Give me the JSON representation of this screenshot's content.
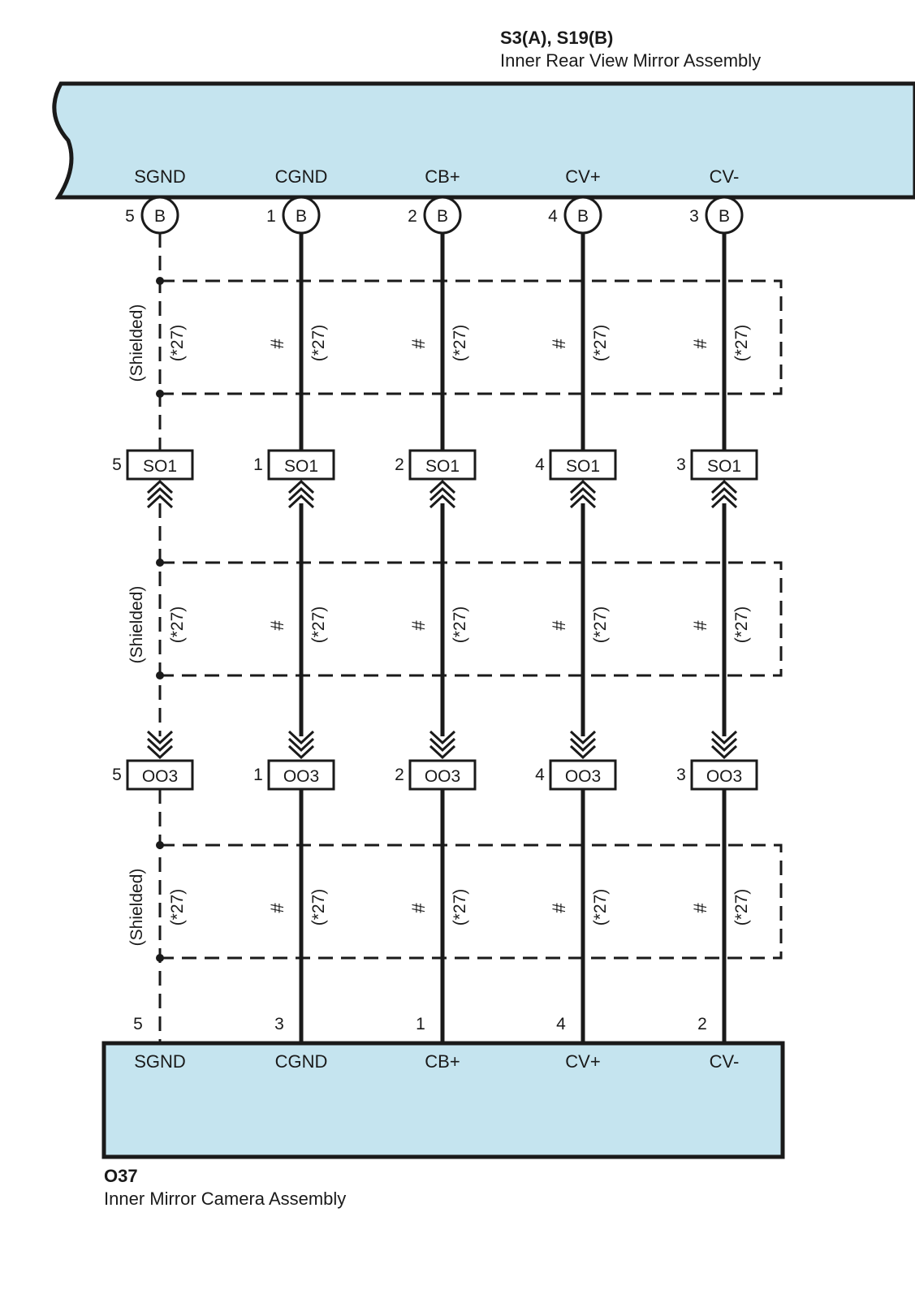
{
  "top_component": {
    "code": "S3(A), S19(B)",
    "name": "Inner Rear View Mirror Assembly",
    "fill_color": "#c5e4ef"
  },
  "bottom_component": {
    "code": "O37",
    "name": "Inner Mirror Camera Assembly",
    "fill_color": "#c5e4ef"
  },
  "connectors": {
    "top_letter": "B",
    "upper_junction": "SO1",
    "lower_junction": "OO3"
  },
  "shield_label": "(Shielded)",
  "wire_note": "(*27)",
  "twisted_mark": "#",
  "circuits": [
    {
      "signal": "SGND",
      "top_pin": "5",
      "so1_pin": "5",
      "oo3_pin": "5",
      "bottom_pin": "5",
      "line": "dashed"
    },
    {
      "signal": "CGND",
      "top_pin": "1",
      "so1_pin": "1",
      "oo3_pin": "1",
      "bottom_pin": "3",
      "line": "solid"
    },
    {
      "signal": "CB+",
      "top_pin": "2",
      "so1_pin": "2",
      "oo3_pin": "2",
      "bottom_pin": "1",
      "line": "solid"
    },
    {
      "signal": "CV+",
      "top_pin": "4",
      "so1_pin": "4",
      "oo3_pin": "4",
      "bottom_pin": "4",
      "line": "solid"
    },
    {
      "signal": "CV-",
      "top_pin": "3",
      "so1_pin": "3",
      "oo3_pin": "3",
      "bottom_pin": "2",
      "line": "solid"
    }
  ]
}
